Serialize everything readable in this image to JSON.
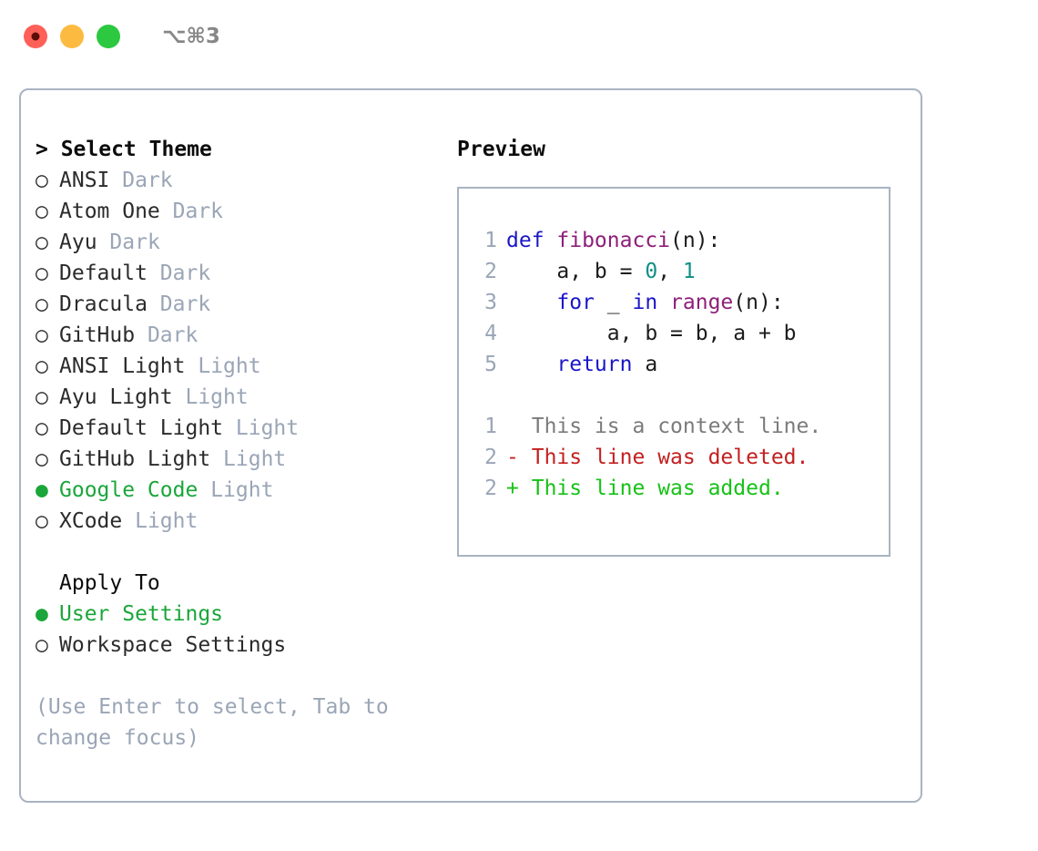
{
  "titlebar": {
    "buttons": [
      "close",
      "minimize",
      "zoom"
    ],
    "shortcut": "⌥⌘3"
  },
  "theme_panel": {
    "header": "> Select Theme",
    "header_prompt": ">",
    "header_text": "Select Theme",
    "markers": {
      "selected": "●",
      "unselected": "○"
    },
    "items": [
      {
        "marker": "○",
        "label": "ANSI",
        "tag": "Dark",
        "selected": false
      },
      {
        "marker": "○",
        "label": "Atom One",
        "tag": "Dark",
        "selected": false
      },
      {
        "marker": "○",
        "label": "Ayu",
        "tag": "Dark",
        "selected": false
      },
      {
        "marker": "○",
        "label": "Default",
        "tag": "Dark",
        "selected": false
      },
      {
        "marker": "○",
        "label": "Dracula",
        "tag": "Dark",
        "selected": false
      },
      {
        "marker": "○",
        "label": "GitHub",
        "tag": "Dark",
        "selected": false
      },
      {
        "marker": "○",
        "label": "ANSI Light",
        "tag": "Light",
        "selected": false
      },
      {
        "marker": "○",
        "label": "Ayu Light",
        "tag": "Light",
        "selected": false
      },
      {
        "marker": "○",
        "label": "Default Light",
        "tag": "Light",
        "selected": false
      },
      {
        "marker": "○",
        "label": "GitHub Light",
        "tag": "Light",
        "selected": false
      },
      {
        "marker": "●",
        "label": "Google Code",
        "tag": "Light",
        "selected": true
      },
      {
        "marker": "○",
        "label": "XCode",
        "tag": "Light",
        "selected": false
      }
    ]
  },
  "apply_to": {
    "header": "Apply To",
    "items": [
      {
        "marker": "●",
        "label": "User Settings",
        "selected": true
      },
      {
        "marker": "○",
        "label": "Workspace Settings",
        "selected": false
      }
    ]
  },
  "hint": "(Use Enter to select, Tab to change focus)",
  "preview": {
    "header": "Preview",
    "code_lines": [
      {
        "num": "1",
        "tokens": [
          {
            "t": "def ",
            "c": "kw"
          },
          {
            "t": "fibonacci",
            "c": "fn"
          },
          {
            "t": "(n):",
            "c": "pl"
          }
        ]
      },
      {
        "num": "2",
        "tokens": [
          {
            "t": "    a, b = ",
            "c": "pl"
          },
          {
            "t": "0",
            "c": "num"
          },
          {
            "t": ", ",
            "c": "pl"
          },
          {
            "t": "1",
            "c": "num"
          }
        ]
      },
      {
        "num": "3",
        "tokens": [
          {
            "t": "    ",
            "c": "pl"
          },
          {
            "t": "for",
            "c": "kw"
          },
          {
            "t": " _ ",
            "c": "pl"
          },
          {
            "t": "in",
            "c": "kw"
          },
          {
            "t": " ",
            "c": "pl"
          },
          {
            "t": "range",
            "c": "fn"
          },
          {
            "t": "(n):",
            "c": "pl"
          }
        ]
      },
      {
        "num": "4",
        "tokens": [
          {
            "t": "        a, b = b, a + b",
            "c": "pl"
          }
        ]
      },
      {
        "num": "5",
        "tokens": [
          {
            "t": "    ",
            "c": "pl"
          },
          {
            "t": "return",
            "c": "kw"
          },
          {
            "t": " a",
            "c": "pl"
          }
        ]
      }
    ],
    "diff_lines": [
      {
        "num": "1",
        "sign": " ",
        "text": "This is a context line.",
        "kind": "ctx"
      },
      {
        "num": "2",
        "sign": "-",
        "text": "This line was deleted.",
        "kind": "del"
      },
      {
        "num": "2",
        "sign": "+",
        "text": "This line was added.",
        "kind": "add"
      }
    ]
  },
  "colors": {
    "accent_green": "#1aa63a",
    "muted": "#9aa5b6",
    "keyword": "#1a16c8",
    "function": "#8e1f7a",
    "number": "#0f8f84",
    "diff_deleted": "#c32020",
    "diff_added": "#16c216",
    "border": "#a9b4c2",
    "close": "#ff6058",
    "minimize": "#fcbb40",
    "zoom": "#2bc840"
  }
}
